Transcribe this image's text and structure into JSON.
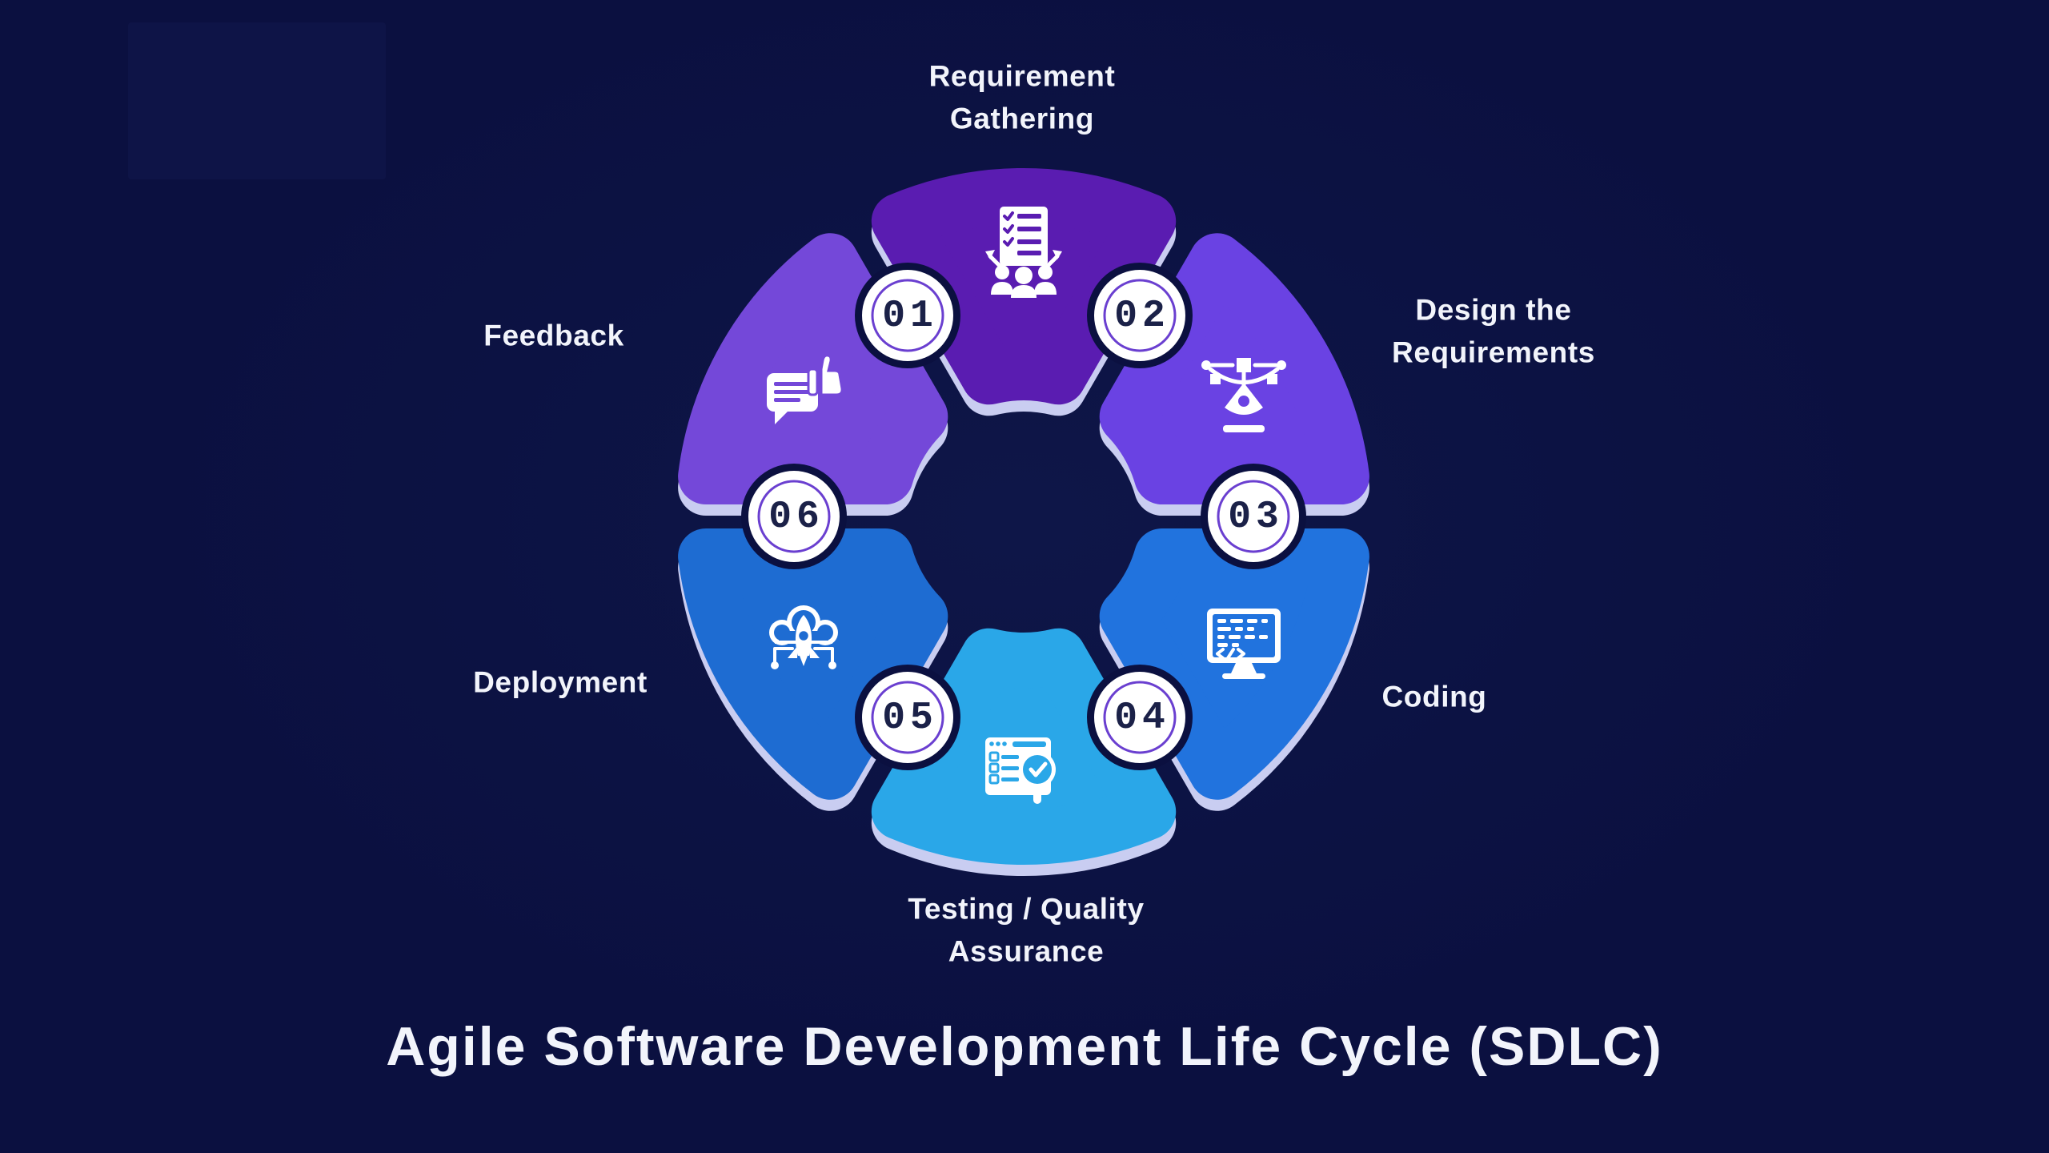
{
  "title": "Agile Software Development Life Cycle (SDLC)",
  "colors": {
    "background": "#0b1040",
    "background_light": "#0e1648",
    "panel": "#12184c",
    "petal_shadow": "#c9cdf1",
    "badge_fill": "#ffffff",
    "badge_ring": "#6a3fd0",
    "number": "#1b2148",
    "text": "#f2f4fb",
    "icon": "#ffffff"
  },
  "diagram": {
    "stages": [
      {
        "number": "01",
        "label": "Requirement\nGathering",
        "icon": "requirement-gathering-icon",
        "color": "#5a1cb1"
      },
      {
        "number": "02",
        "label": "Design the\nRequirements",
        "icon": "pen-tool-icon",
        "color": "#6a42e3"
      },
      {
        "number": "03",
        "label": "Coding",
        "icon": "code-monitor-icon",
        "color": "#2173de"
      },
      {
        "number": "04",
        "label": "Testing / Quality\nAssurance",
        "icon": "testing-magnifier-icon",
        "color": "#2aa7e8"
      },
      {
        "number": "05",
        "label": "Deployment",
        "icon": "cloud-rocket-icon",
        "color": "#1e6cd2"
      },
      {
        "number": "06",
        "label": "Feedback",
        "icon": "feedback-chat-icon",
        "color": "#7448d9"
      }
    ]
  }
}
